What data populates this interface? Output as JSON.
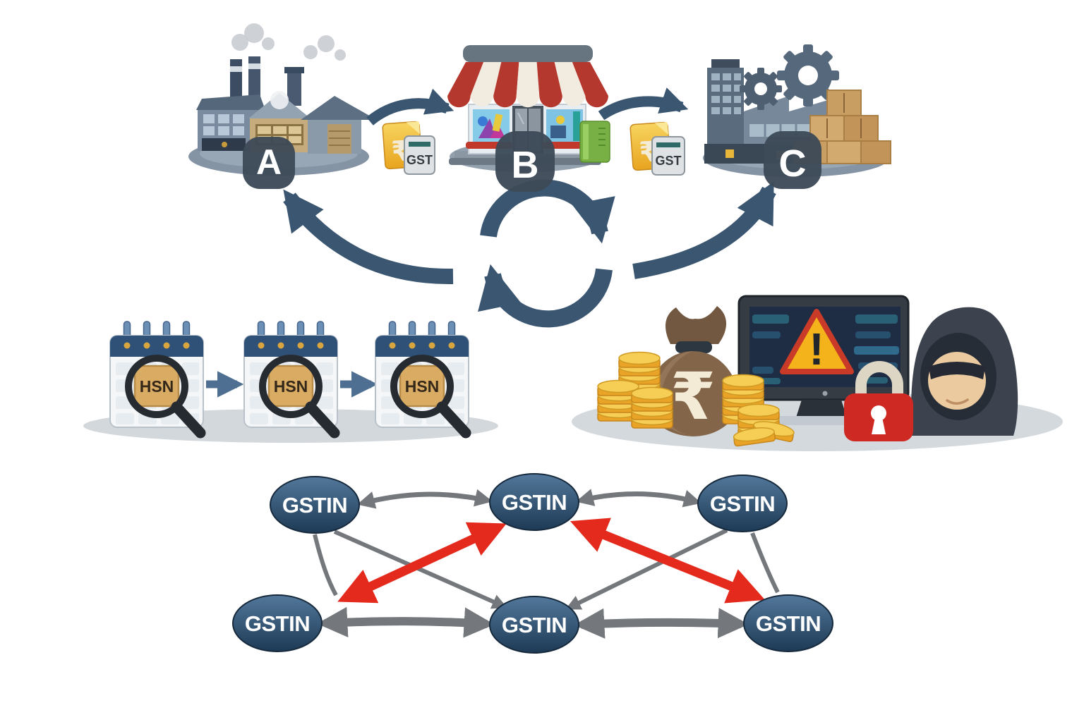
{
  "supply_chain": {
    "entities": [
      {
        "label": "A",
        "icon": "factory-icon"
      },
      {
        "label": "B",
        "icon": "storefront-icon"
      },
      {
        "label": "C",
        "icon": "manufacturing-plant-icon"
      }
    ],
    "invoices": [
      {
        "label": "GST",
        "currency_symbol": "₹"
      },
      {
        "label": "GST",
        "currency_symbol": "₹"
      }
    ],
    "flows": [
      {
        "from": "A",
        "to": "B",
        "via": "gst-invoice"
      },
      {
        "from": "B",
        "to": "C",
        "via": "gst-invoice"
      },
      {
        "from": "circular-cycle",
        "to": "A"
      },
      {
        "from": "circular-cycle",
        "to": "C"
      }
    ]
  },
  "hsn_row": {
    "calendars": [
      {
        "tag": "HSN"
      },
      {
        "tag": "HSN"
      },
      {
        "tag": "HSN"
      }
    ]
  },
  "fraud_scene": {
    "money_bag": {
      "currency_symbol": "₹"
    },
    "warning": {
      "mark": "!"
    },
    "icons": [
      "coin-stacks-icon",
      "money-bag-icon",
      "alert-monitor-icon",
      "padlock-icon",
      "hacker-icon"
    ]
  },
  "network": {
    "nodes": [
      {
        "label": "GSTIN",
        "position": "top-left"
      },
      {
        "label": "GSTIN",
        "position": "top-center"
      },
      {
        "label": "GSTIN",
        "position": "top-right"
      },
      {
        "label": "GSTIN",
        "position": "bottom-left"
      },
      {
        "label": "GSTIN",
        "position": "bottom-center"
      },
      {
        "label": "GSTIN",
        "position": "bottom-right"
      }
    ],
    "edges": [
      {
        "from": "top-left",
        "to": "top-center",
        "style": "gray",
        "bidirectional": true
      },
      {
        "from": "top-center",
        "to": "top-right",
        "style": "gray",
        "bidirectional": true
      },
      {
        "from": "bottom-left",
        "to": "bottom-center",
        "style": "gray",
        "bidirectional": true
      },
      {
        "from": "bottom-center",
        "to": "bottom-right",
        "style": "gray",
        "bidirectional": true
      },
      {
        "from": "top-left",
        "to": "bottom-left",
        "style": "gray",
        "bidirectional": false
      },
      {
        "from": "top-left",
        "to": "bottom-center",
        "style": "gray",
        "bidirectional": false
      },
      {
        "from": "top-right",
        "to": "bottom-center",
        "style": "gray",
        "bidirectional": false
      },
      {
        "from": "top-right",
        "to": "bottom-right",
        "style": "gray",
        "bidirectional": false
      },
      {
        "from": "bottom-left",
        "to": "top-center",
        "style": "red",
        "bidirectional": true
      },
      {
        "from": "top-center",
        "to": "bottom-right",
        "style": "red",
        "bidirectional": true
      }
    ]
  },
  "colors": {
    "arrow_blue": "#3b5671",
    "badge_slate": "#3d4a57",
    "alert_red": "#e42a1d",
    "edge_gray": "#74787d",
    "node_blue_top": "#53789b",
    "node_blue_bottom": "#1d3a55",
    "coin_gold": "#f6ce55",
    "awning_red": "#b5382f",
    "lock_red": "#ce2a23",
    "hsn_tag": "#d9ab63",
    "invoice_yellow": "#f0bd3a",
    "calendar_header": "#2f5178",
    "warning_yellow": "#f5b31b",
    "screen_navy": "#1e2d44"
  }
}
